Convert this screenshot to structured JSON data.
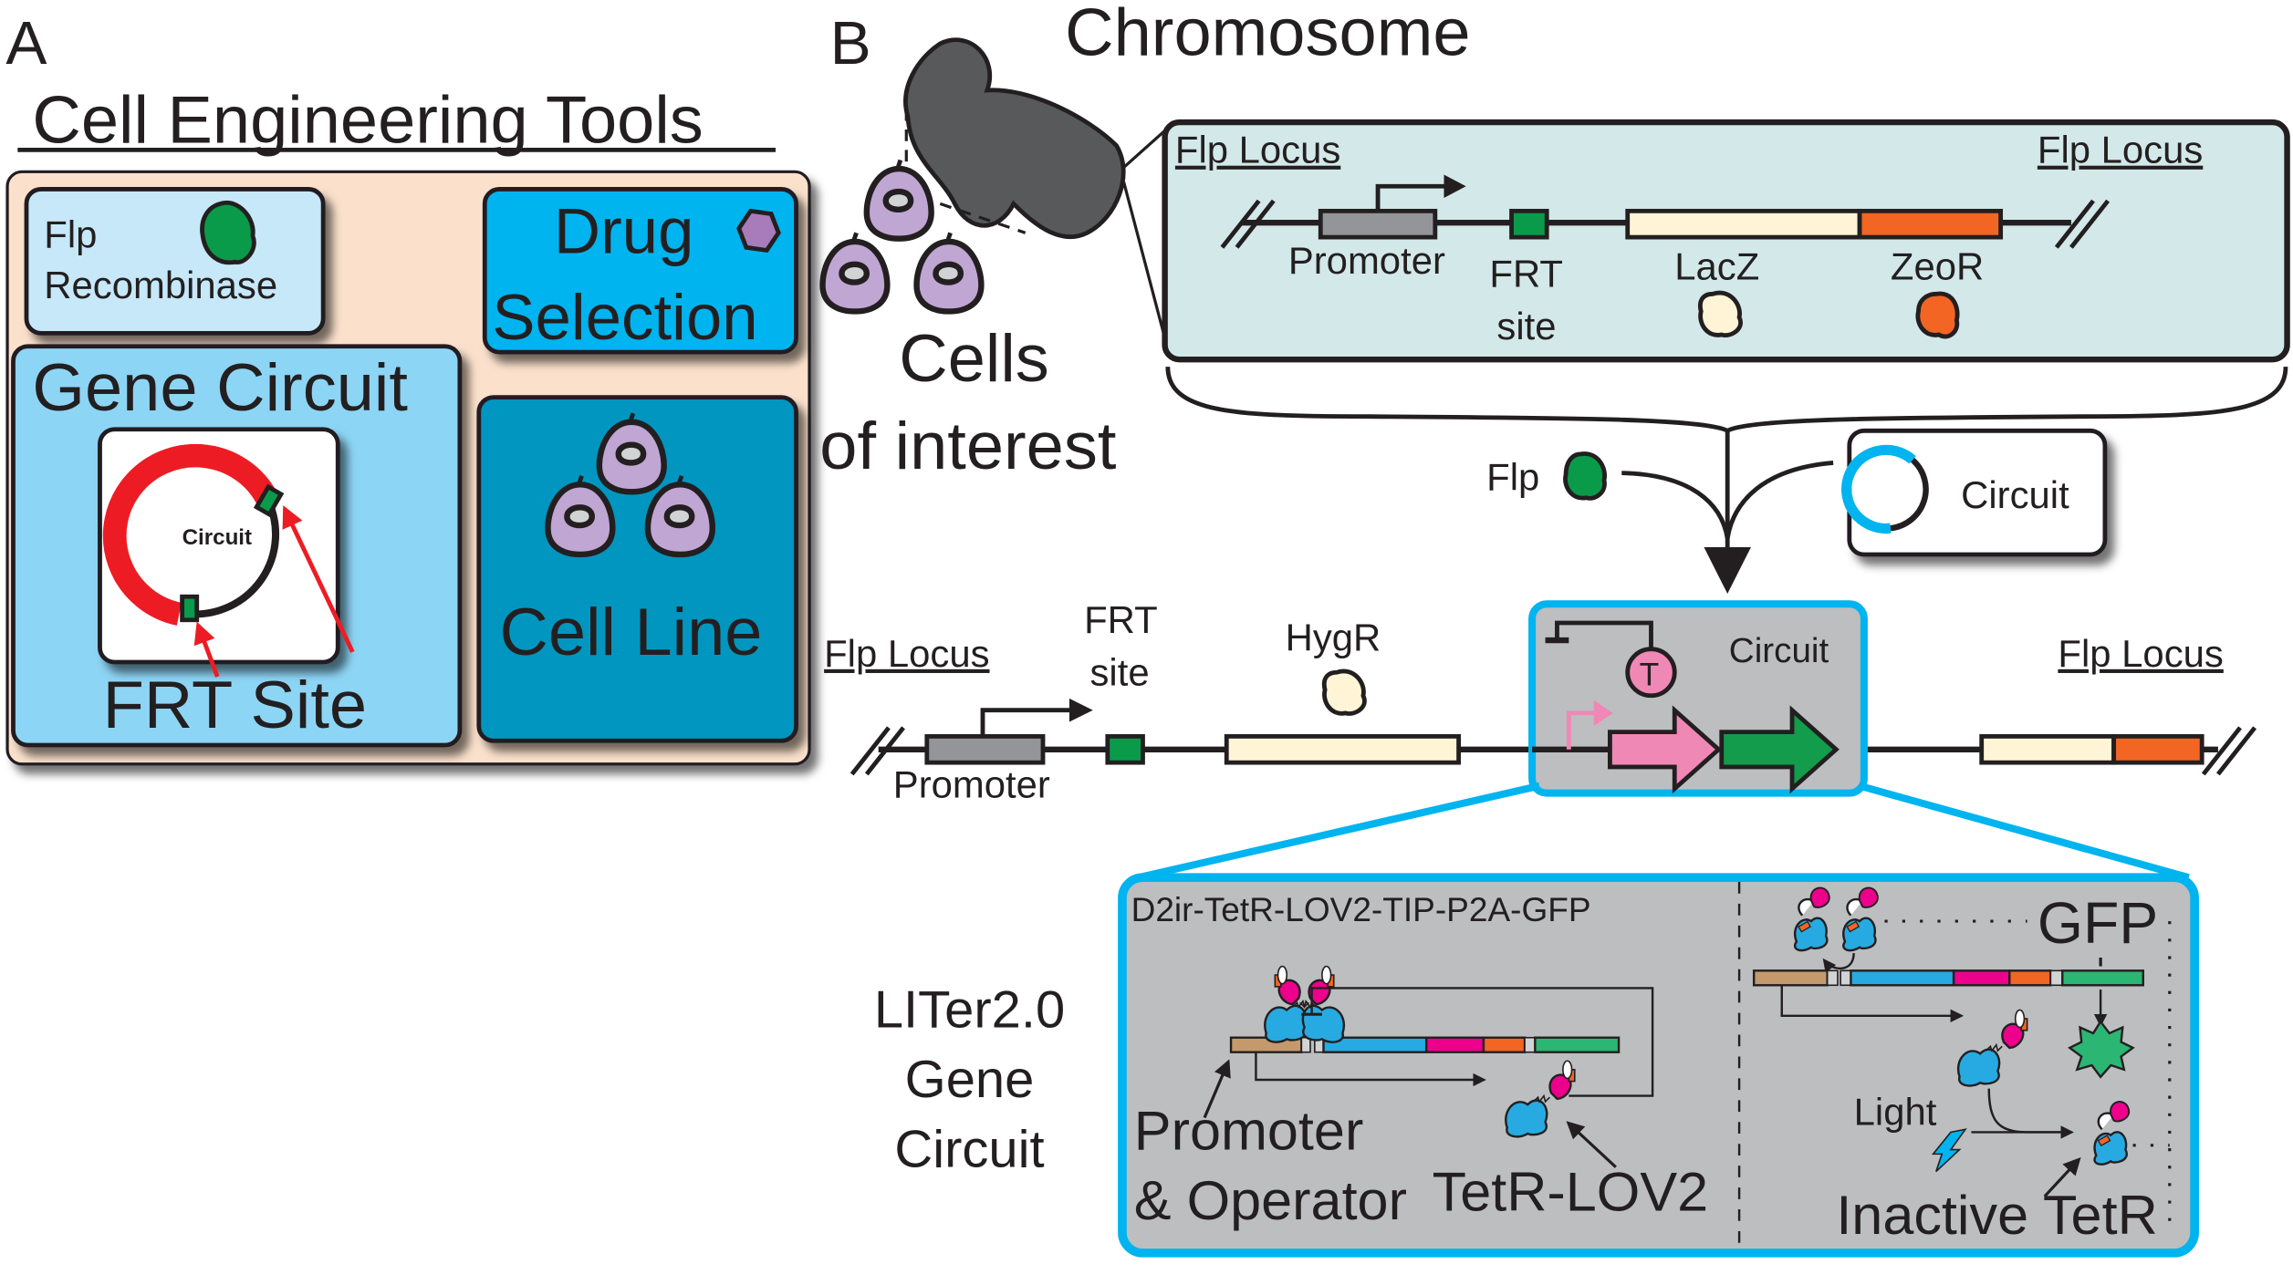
{
  "panel_a": {
    "letter": "A",
    "title": "Cell Engineering Tools",
    "flp": {
      "line1": "Flp",
      "line2": "Recombinase",
      "icon": "flp-recombinase-blob-icon"
    },
    "drug": {
      "line1": "Drug",
      "line2": "Selection",
      "icon": "drug-hexagon-icon"
    },
    "gene_circuit": {
      "title": "Gene Circuit",
      "plasmid_label": "Circuit",
      "frt_label": "FRT Site"
    },
    "cell_line": {
      "label": "Cell Line",
      "icon": "cells-icon"
    }
  },
  "panel_b": {
    "letter": "B",
    "chromosome_label": "Chromosome",
    "cells_label_1": "Cells",
    "cells_label_2": "of interest",
    "locus_box": {
      "left_label": "Flp Locus",
      "right_label": "Flp Locus",
      "promoter": "Promoter",
      "frt_1": "FRT",
      "frt_2": "site",
      "lacz": "LacZ",
      "zeor": "ZeoR"
    },
    "inputs": {
      "flp": "Flp",
      "circuit": "Circuit"
    },
    "integrated": {
      "left_label": "Flp Locus",
      "right_label": "Flp Locus",
      "promoter": "Promoter",
      "frt_1": "FRT",
      "frt_2": "site",
      "hygr": "HygR",
      "circuit_label": "Circuit",
      "terminator": "T"
    },
    "liter": {
      "side_1": "LITer2.0",
      "side_2": "Gene",
      "side_3": "Circuit",
      "construct": "D2ir-TetR-LOV2-TIP-P2A-GFP",
      "promoter_1": "Promoter",
      "promoter_2": "& Operator",
      "tetr_lov2": "TetR-LOV2",
      "gfp": "GFP",
      "light": "Light",
      "inactive": "Inactive TetR"
    }
  },
  "colors": {
    "panel_bg": "#fbe1cc",
    "light_blue": "#c6e8f8",
    "mid_blue": "#8dd5f5",
    "cyan": "#00b4ef",
    "teal": "#0096c0",
    "locus_bg": "#d3e8e8",
    "circuit_gray": "#bcbec0",
    "flp_green": "#0a9b4a",
    "plasmid_red": "#ed1c24",
    "cell_purple": "#c0a6d3",
    "lacz_cream": "#fff5d6",
    "zeor_orange": "#f26522",
    "tetr_pink": "#f088b6",
    "gfp_green": "#129c4b",
    "magenta": "#ec008c",
    "tetr_blue": "#27aae1",
    "tan": "#c49a6c",
    "gfp_bright": "#2bb673"
  }
}
